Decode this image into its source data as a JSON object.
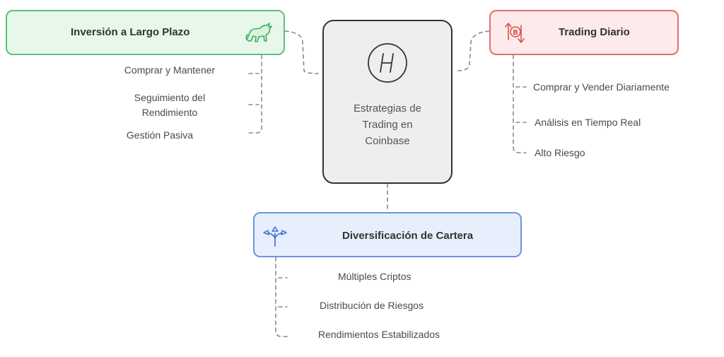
{
  "center": {
    "label": "Estrategias de\nTrading en\nCoinbase",
    "icon": "circle-h-icon"
  },
  "branches": {
    "long_term": {
      "title": "Inversión a Largo Plazo",
      "icon": "bull-icon",
      "color": "#5fc07a",
      "fill": "#e7f7e9",
      "items": [
        "Comprar y Mantener",
        "Seguimiento del\nRendimiento",
        "Gestión Pasiva"
      ]
    },
    "day_trading": {
      "title": "Trading Diario",
      "icon": "bitcoin-exchange-icon",
      "color": "#e0706c",
      "fill": "#fdeaea",
      "items": [
        "Comprar y Vender Diariamente",
        "Análisis en Tiempo Real",
        "Alto Riesgo"
      ]
    },
    "diversification": {
      "title": "Diversificación de Cartera",
      "icon": "split-arrows-icon",
      "color": "#6b94de",
      "fill": "#e8effc",
      "items": [
        "Múltiples Criptos",
        "Distribución de Riesgos",
        "Rendimientos Estabilizados"
      ]
    }
  }
}
